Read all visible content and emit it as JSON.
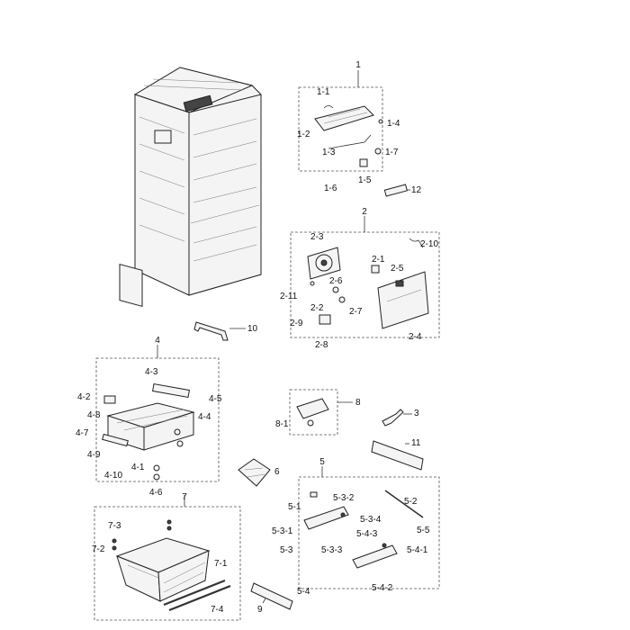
{
  "labels": {
    "g1": "1",
    "p1_1": "1-1",
    "p1_2": "1-2",
    "p1_3": "1-3",
    "p1_4": "1-4",
    "p1_5": "1-5",
    "p1_6": "1-6",
    "p1_7": "1-7",
    "p12": "12",
    "g2": "2",
    "p2_1": "2-1",
    "p2_2": "2-2",
    "p2_3": "2-3",
    "p2_4": "2-4",
    "p2_5": "2-5",
    "p2_6": "2-6",
    "p2_7": "2-7",
    "p2_8": "2-8",
    "p2_9": "2-9",
    "p2_10": "2-10",
    "p2_11": "2-11",
    "p10": "10",
    "g4": "4",
    "p4_1": "4-1",
    "p4_2": "4-2",
    "p4_3": "4-3",
    "p4_4": "4-4",
    "p4_5": "4-5",
    "p4_6": "4-6",
    "p4_7": "4-7",
    "p4_8": "4-8",
    "p4_9": "4-9",
    "p4_10": "4-10",
    "g8": "8",
    "p8_1": "8-1",
    "p3": "3",
    "p11": "11",
    "p6": "6",
    "g5": "5",
    "p5_1": "5-1",
    "p5_2": "5-2",
    "p5_3": "5-3",
    "p5_3_1": "5-3-1",
    "p5_3_2": "5-3-2",
    "p5_3_3": "5-3-3",
    "p5_3_4": "5-3-4",
    "p5_4": "5-4",
    "p5_4_1": "5-4-1",
    "p5_4_2": "5-4-2",
    "p5_4_3": "5-4-3",
    "p5_5": "5-5",
    "g7": "7",
    "p7_1": "7-1",
    "p7_2": "7-2",
    "p7_3": "7-3",
    "p7_4": "7-4",
    "p9": "9"
  }
}
